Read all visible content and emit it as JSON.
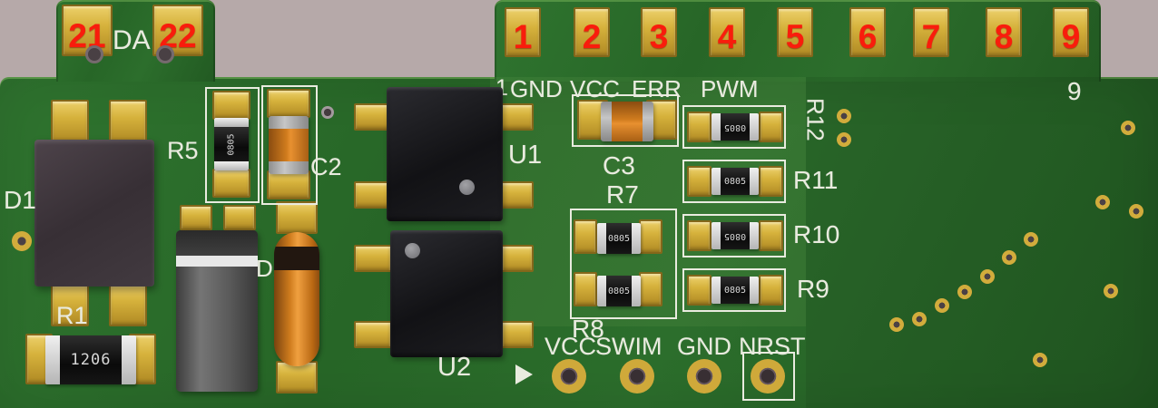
{
  "colors": {
    "background": "#b6a9a9",
    "board_green": "#2a6b2a",
    "pad_gold": "#d6b23c",
    "silkscreen_white": "#e9ebdf",
    "pad_number_red": "#f91c0c",
    "component_black": "#141416",
    "capacitor_orange": "#d07c1e"
  },
  "left_tab": {
    "pads": [
      "21",
      "22"
    ],
    "silk_label": "DA"
  },
  "right_tab": {
    "pads": [
      "1",
      "2",
      "3",
      "4",
      "5",
      "6",
      "7",
      "8",
      "9"
    ],
    "pin1_silk": "1",
    "pin_labels": [
      "GND",
      "VCC",
      "ERR",
      "PWM"
    ],
    "pin9_silk": "9"
  },
  "designators": {
    "d1": "D1",
    "r1": "R1",
    "r5": "R5",
    "c2": "C2",
    "d2": "D2",
    "u1": "U1",
    "u2": "U2",
    "c3": "C3",
    "r7": "R7",
    "r8": "R8",
    "r9": "R9",
    "r10": "R10",
    "r11": "R11",
    "r12": "R12"
  },
  "chip_markings": {
    "r1": "1206",
    "r5": "0805",
    "r7": "0805",
    "r8": "0805",
    "r9": "0805",
    "r10": "0805",
    "r11": "0805",
    "r12": "0805"
  },
  "program_header": {
    "labels": [
      "VCC",
      "SWIM",
      "GND",
      "NRST"
    ]
  }
}
